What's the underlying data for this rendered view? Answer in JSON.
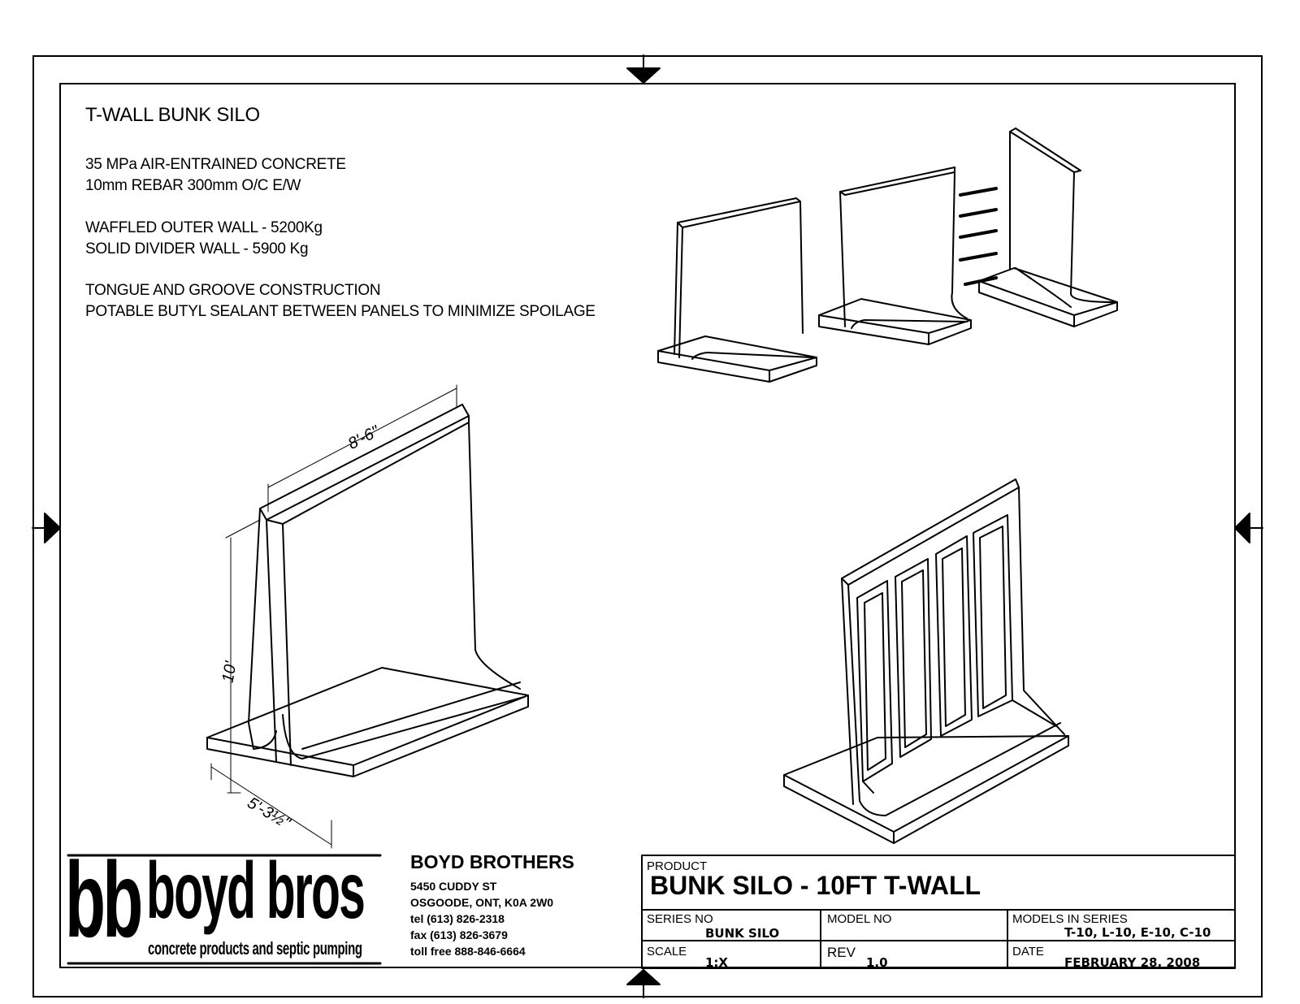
{
  "drawing": {
    "title": "T-WALL BUNK SILO",
    "notes": [
      "35 MPa AIR-ENTRAINED CONCRETE",
      "10mm REBAR 300mm O/C E/W",
      "WAFFLED OUTER WALL - 5200Kg",
      "SOLID DIVIDER WALL - 5900 Kg",
      "TONGUE AND GROOVE CONSTRUCTION",
      "POTABLE BUTYL SEALANT BETWEEN PANELS TO MINIMIZE SPOILAGE"
    ],
    "dimensions": {
      "length": "8'-6\"",
      "height": "10'",
      "base": "5'-3½\""
    }
  },
  "logo": {
    "initials": "bb",
    "brand": "boyd bros",
    "tagline": "concrete products and septic pumping"
  },
  "company": {
    "name": "BOYD BROTHERS",
    "address_line1": "5450 CUDDY ST",
    "address_line2": "OSGOODE, ONT, K0A 2W0",
    "tel": "tel (613) 826-2318",
    "fax": "fax (613) 826-3679",
    "toll_free": "toll free 888-846-6664"
  },
  "title_block": {
    "product_label": "PRODUCT",
    "product_value": "BUNK SILO - 10FT T-WALL",
    "series_no_label": "SERIES NO",
    "series_no_value": "BUNK SILO",
    "model_no_label": "MODEL NO",
    "model_no_value": "",
    "models_in_series_label": "MODELS IN SERIES",
    "models_in_series_value": "T-10, L-10, E-10, C-10",
    "scale_label": "SCALE",
    "scale_value": "1:X",
    "rev_label": "REV",
    "rev_value": "1.0",
    "date_label": "DATE",
    "date_value": "FEBRUARY 28, 2008"
  }
}
